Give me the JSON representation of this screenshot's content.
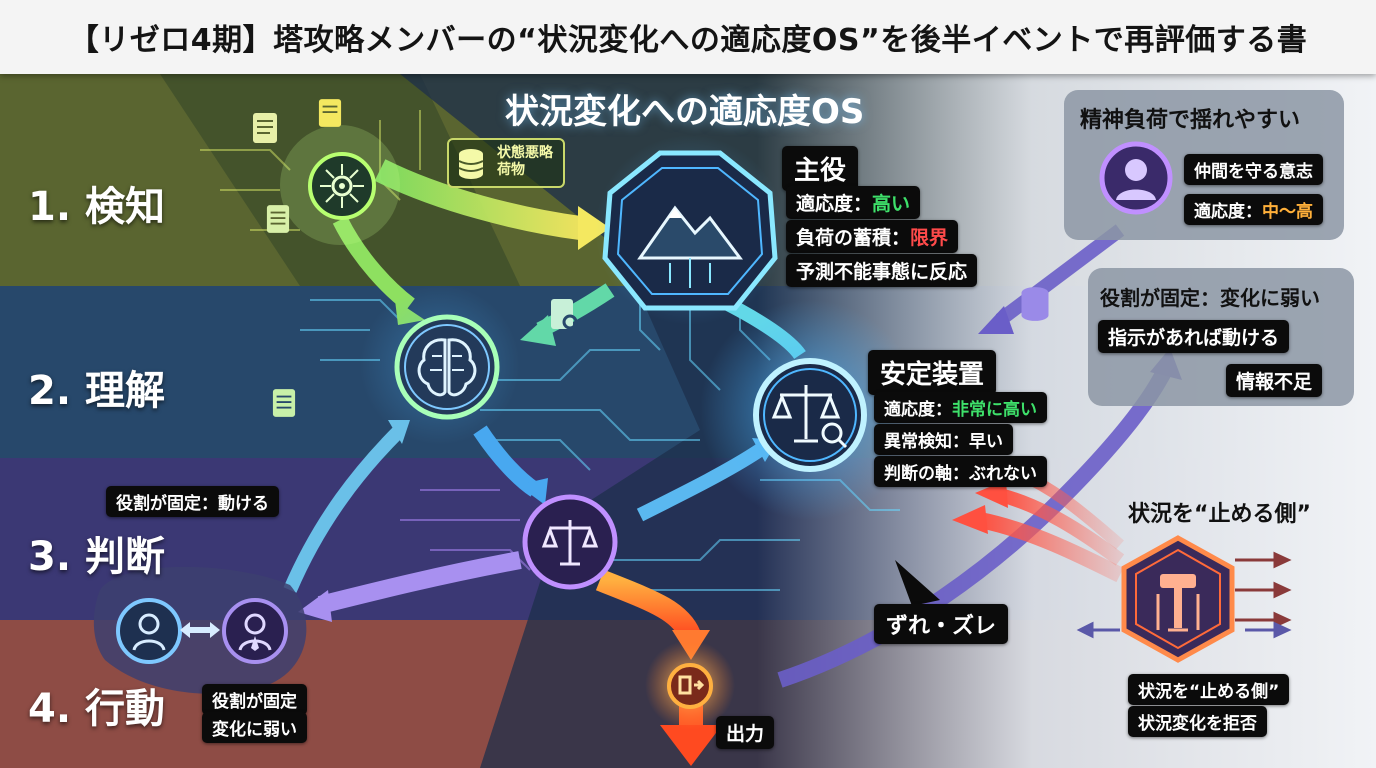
{
  "header": {
    "title": "【リゼロ4期】塔攻略メンバーの“状況変化への適応度OS”を後半イベントで再評価する書"
  },
  "stages": {
    "detect": "1. 検知",
    "understand": "2. 理解",
    "judge": "3. 判断",
    "act": "4. 行動"
  },
  "center": {
    "title": "状況変化への適応度OS",
    "tag_line1": "状態悪略",
    "tag_line2": "荷物",
    "output": "出力",
    "drift": "ずれ・ズレ"
  },
  "protagonist": {
    "title": "主役",
    "adapt_label": "適応度：",
    "adapt_value": "高い",
    "load_label": "負荷の蓄積：",
    "load_value": "限界",
    "reaction": "予測不能事態に反応"
  },
  "stabilizer": {
    "title": "安定装置",
    "adapt_label": "適応度：",
    "adapt_value": "非常に高い",
    "anomaly": "異常検知：早い",
    "axis": "判断の軸：ぶれない"
  },
  "mental": {
    "title": "精神負荷で揺れやすい",
    "will": "仲間を守る意志",
    "adapt_label": "適応度：",
    "adapt_value": "中〜高"
  },
  "fixed_role": {
    "role": "役割が固定：変化に弱い",
    "instruction": "指示があれば動ける",
    "lack": "情報不足"
  },
  "stopper": {
    "title": "状況を“止める側”",
    "line1": "状況を“止める側”",
    "line2": "状況変化を拒否"
  },
  "left_labels": {
    "moves": "役割が固定：動ける",
    "weak_line1": "役割が固定",
    "weak_line2": "変化に弱い"
  },
  "colors": {
    "accent_green": "#3ee06a",
    "accent_red": "#ff4a4a",
    "accent_orange": "#ffb03a",
    "band_detect": "#55612a",
    "band_understand": "#284a6a",
    "band_judge": "#3d3a74",
    "band_act": "#8a4a44"
  },
  "icons": [
    "eye-network-icon",
    "brain-icon",
    "scales-icon",
    "mountain-icon",
    "stabilizer-scales-icon",
    "person-icon",
    "bot-icon",
    "lever-icon",
    "output-icon",
    "database-icon",
    "document-icon"
  ]
}
